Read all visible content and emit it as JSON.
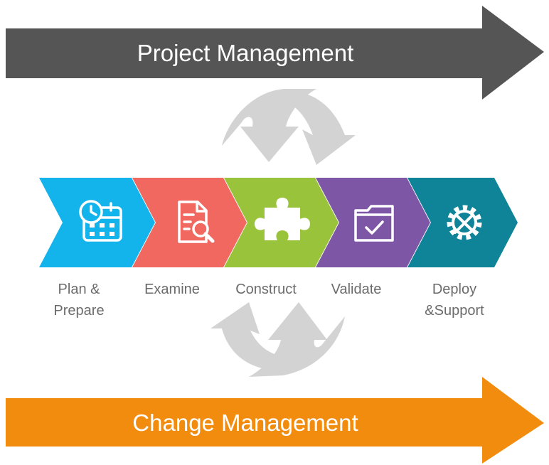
{
  "banners": {
    "top": {
      "label": "Project Management",
      "color": "#555555"
    },
    "bottom": {
      "label": "Change Management",
      "color": "#f28c0f"
    }
  },
  "steps": [
    {
      "label": "Plan &\nPrepare",
      "color": "#13b3ec",
      "icon": "calendar-clock-icon"
    },
    {
      "label": "Examine",
      "color": "#f0685f",
      "icon": "document-search-icon"
    },
    {
      "label": "Construct",
      "color": "#9ac33c",
      "icon": "puzzle-piece-icon"
    },
    {
      "label": "Validate",
      "color": "#7d57a6",
      "icon": "folder-check-icon"
    },
    {
      "label": "Deploy\n&Support",
      "color": "#0f8499",
      "icon": "gear-wrench-icon"
    }
  ],
  "cycle_arrows": {
    "color": "#d3d3d3"
  }
}
